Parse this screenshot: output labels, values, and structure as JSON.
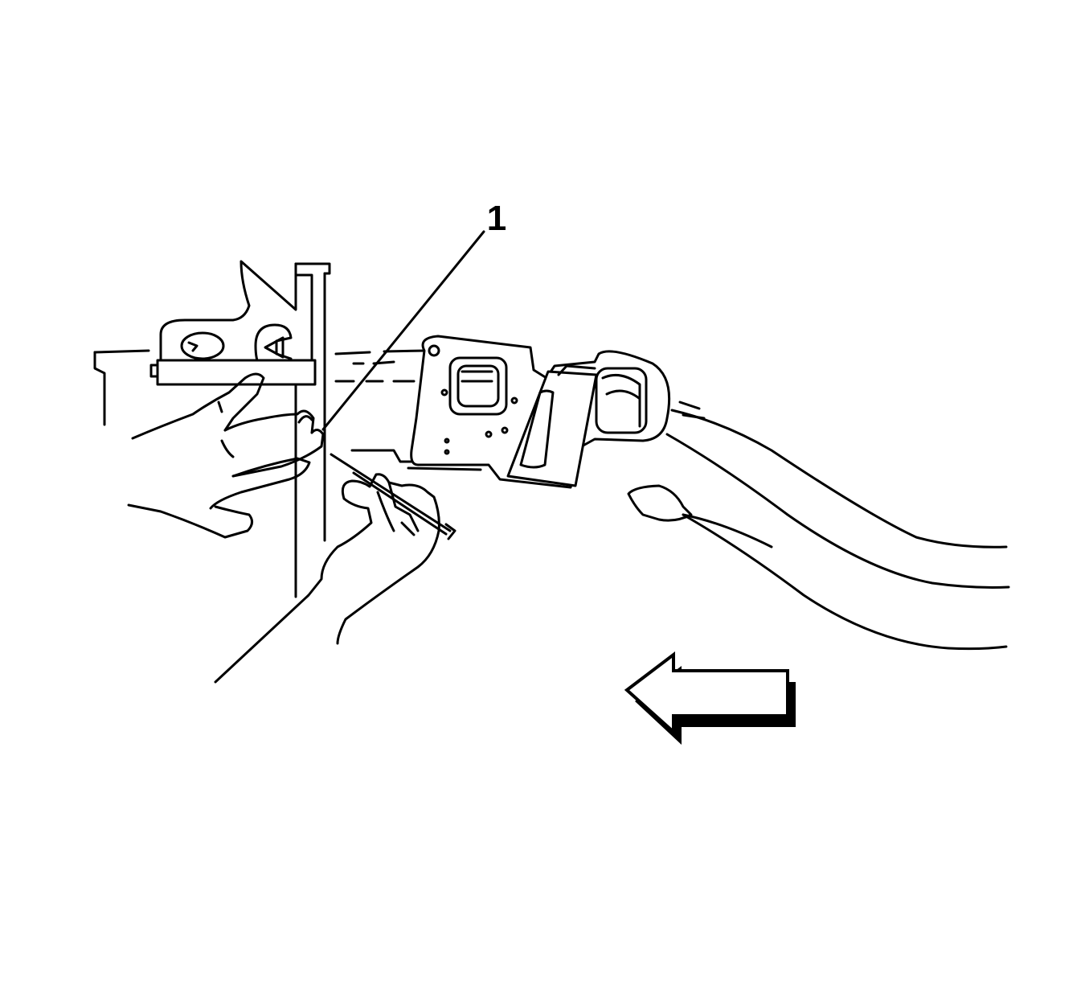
{
  "diagram": {
    "callouts": [
      {
        "id": "1",
        "label": "1"
      }
    ],
    "direction_arrow": {
      "icon": "left-arrow-icon",
      "direction": "left"
    },
    "colors": {
      "stroke": "#000000",
      "background": "#ffffff"
    }
  }
}
